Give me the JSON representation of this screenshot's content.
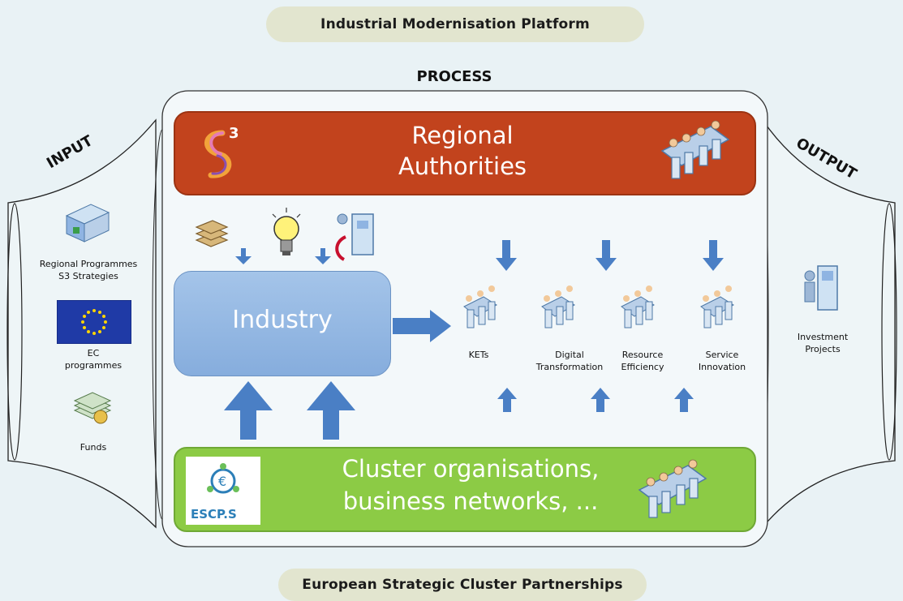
{
  "header": {
    "title": "Industrial Modernisation Platform"
  },
  "footer": {
    "title": "European Strategic Cluster Partnerships"
  },
  "process": {
    "title": "PROCESS",
    "regional_label": [
      "Regional",
      "Authorities"
    ],
    "industry_label": "Industry",
    "cluster_label": [
      "Cluster organisations,",
      "business networks, ..."
    ],
    "areas": [
      {
        "label": [
          "KETs"
        ]
      },
      {
        "label": [
          "Digital",
          "Transformation"
        ]
      },
      {
        "label": [
          "Resource",
          "Efficiency"
        ]
      },
      {
        "label": [
          "Service",
          "Innovation"
        ]
      }
    ]
  },
  "input": {
    "title": "INPUT",
    "items": [
      {
        "label": [
          "Regional Programmes",
          "S3 Strategies"
        ],
        "icon": "building-icon"
      },
      {
        "label": [
          "EC",
          "programmes"
        ],
        "icon": "eu-flag-icon"
      },
      {
        "label": [
          "Funds"
        ],
        "icon": "money-stack-icon"
      }
    ]
  },
  "output": {
    "title": "OUTPUT",
    "items": [
      {
        "label": [
          "Investment",
          "Projects"
        ],
        "icon": "atm-person-icon"
      }
    ]
  },
  "logos": {
    "s3": "3",
    "escp": "ESCP.S"
  },
  "colors": {
    "background": "#e9f2f5",
    "regional_band": "#c2431d",
    "cluster_band": "#8ccb45",
    "industry_box": "#8fb4e2",
    "arrow": "#4a7fc5",
    "pill": "#e2e5cf"
  }
}
